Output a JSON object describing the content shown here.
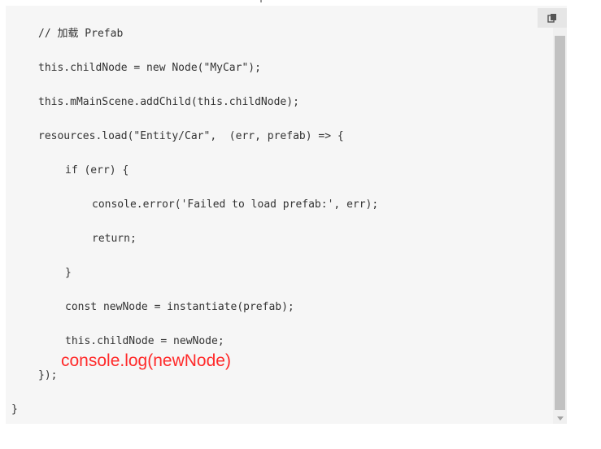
{
  "code_block": {
    "lines": [
      "// 加载 Prefab",
      "this.childNode = new Node(\"MyCar\");",
      "this.mMainScene.addChild(this.childNode);",
      "resources.load(\"Entity/Car\",  (err, prefab) => {",
      "if (err) {",
      "console.error('Failed to load prefab:', err);",
      "return;",
      "}",
      "const newNode = instantiate(prefab);",
      "this.childNode = newNode;",
      "});",
      "}"
    ],
    "annotation": "console.log(newNode)"
  },
  "icons": {
    "copy": "copy-icon",
    "scroll_down": "scroll-down-arrow-icon"
  },
  "colors": {
    "panel_background": "#f6f6f6",
    "annotation": "#ff2a2a",
    "code_text": "#333333",
    "scroll_thumb": "#c1c1c1"
  }
}
